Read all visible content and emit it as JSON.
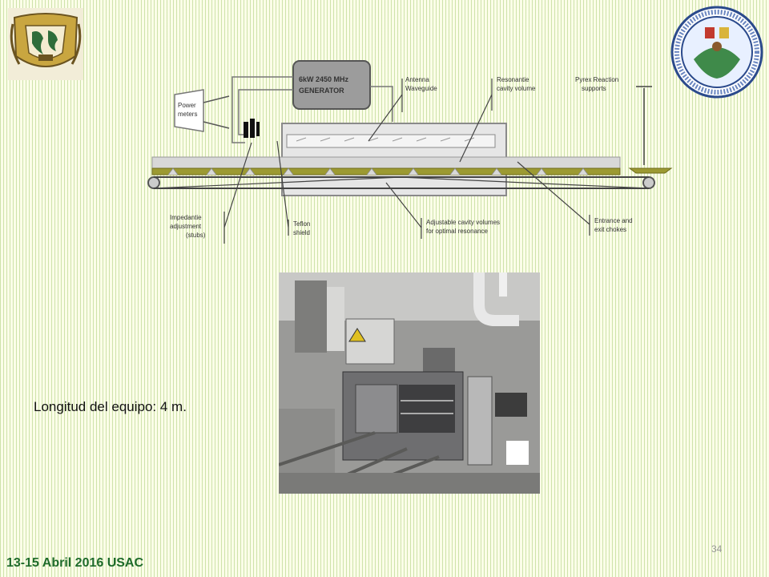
{
  "diagram": {
    "generator_line1": "6kW  2450 MHz",
    "generator_line2": "GENERATOR",
    "power_meters_line1": "Power",
    "power_meters_line2": "meters",
    "antenna_line1": "Antenna",
    "antenna_line2": "Waveguide",
    "resonant_line1": "Resonantie",
    "resonant_line2": "cavity volume",
    "pyrex_line1": "Pyrex  Reaction",
    "pyrex_line2": "supports",
    "impedance_line1": "Impedantie",
    "impedance_line2": "adjustment",
    "impedance_line3": "(stubs)",
    "teflon_line1": "Teflon",
    "teflon_line2": "shield",
    "adjustable_line1": "Adjustable cavity volumes",
    "adjustable_line2": "for optimal resonance",
    "entrance_line1": "Entrance and",
    "entrance_line2": "exit chokes"
  },
  "caption": "Longitud del equipo: 4 m.",
  "page_number": "34",
  "footer": "13-15 Abril 2016 USAC",
  "colors": {
    "footer_text": "#1e6b2a",
    "belt": "#9c9a32"
  }
}
